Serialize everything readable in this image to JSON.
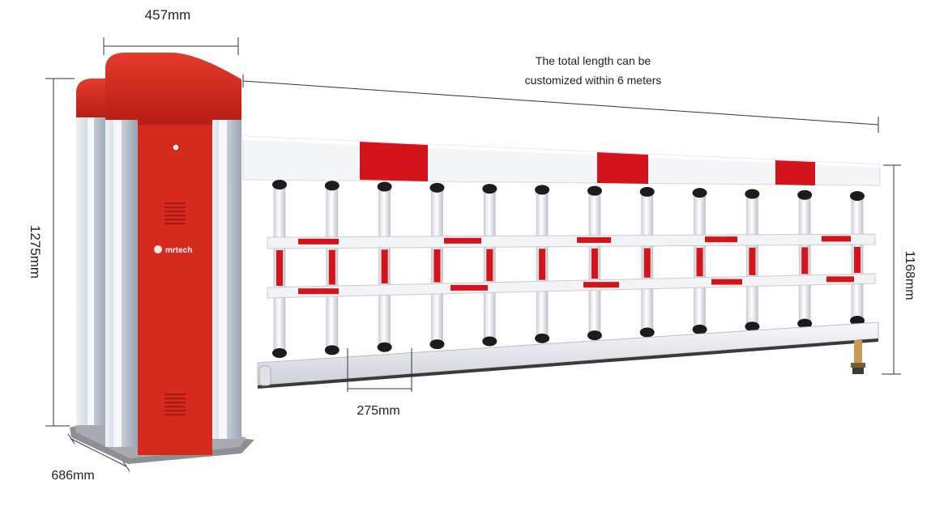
{
  "dimensions": {
    "width_top": "457mm",
    "height_left": "1275mm",
    "depth_bottom": "686mm",
    "fence_spacing": "275mm",
    "arm_height": "1168mm"
  },
  "note": {
    "line1": "The total length can be",
    "line2": "customized within 6 meters"
  },
  "brand": "mrtech",
  "colors": {
    "cabinet_red": "#d62a1e",
    "cabinet_silver": "#c9d1dc",
    "arm_white": "#f4f5f7",
    "stripe_red": "#d4141b",
    "base_grey": "#8c8f93"
  },
  "fence": {
    "post_count": 12,
    "top_stripes": 3,
    "rail_count": 2
  }
}
